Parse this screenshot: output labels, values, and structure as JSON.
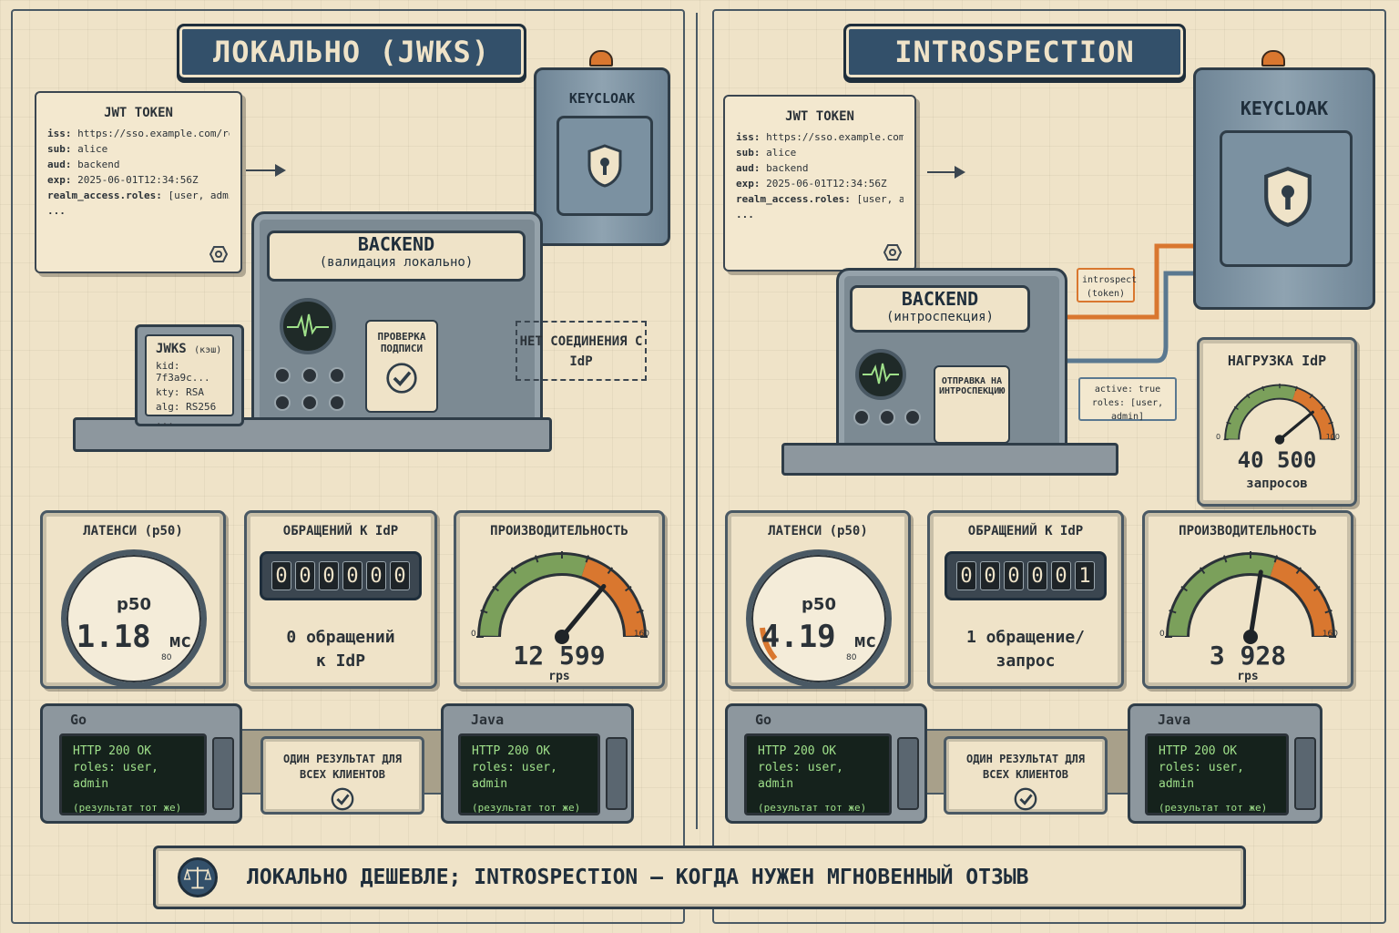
{
  "left": {
    "title": "ЛОКАЛЬНО (JWKS)",
    "token": {
      "title": "JWT TOKEN",
      "lines": [
        {
          "k": "iss:",
          "v": "https://sso.example.com/realms/demo"
        },
        {
          "k": "sub:",
          "v": "alice"
        },
        {
          "k": "aud:",
          "v": "backend"
        },
        {
          "k": "exp:",
          "v": "2025-06-01T12:34:56Z"
        },
        {
          "k": "realm_access.roles:",
          "v": "[user, admin]"
        },
        {
          "k": "...",
          "v": ""
        }
      ]
    },
    "keycloak_label": "KEYCLOAK",
    "backend": {
      "title": "BACKEND",
      "subtitle": "(валидация локально)",
      "plate": "ПРОВЕРКА ПОДПИСИ"
    },
    "jwks": {
      "title": "JWKS",
      "title_suffix": "(кэш)",
      "lines": [
        "kid: 7f3a9c...",
        "kty: RSA",
        "alg: RS256",
        "..."
      ]
    },
    "note": "НЕТ СОЕДИНЕНИЯ С IdP",
    "latency": {
      "title": "ЛАТЕНСИ (p50)",
      "label": "p50",
      "value": "1.18",
      "unit": "мс",
      "tick": "80"
    },
    "idp_calls": {
      "title": "ОБРАЩЕНИЙ К IdP",
      "digits": [
        "0",
        "0",
        "0",
        "0",
        "0",
        "0"
      ],
      "caption_1": "0 обращений",
      "caption_2": "к IdP"
    },
    "throughput": {
      "title": "ПРОИЗВОДИТЕЛЬНОСТЬ",
      "value": "12 599",
      "unit": "rps",
      "min": "0",
      "max": "160",
      "level": 0.72
    },
    "go": {
      "lang": "Go",
      "line1": "HTTP 200 OK",
      "line2": "roles: user, admin",
      "line3": "(результат тот же)"
    },
    "java": {
      "lang": "Java",
      "line1": "HTTP 200 OK",
      "line2": "roles: user, admin",
      "line3": "(результат тот же)"
    },
    "same": "ОДИН РЕЗУЛЬТАТ ДЛЯ ВСЕХ КЛИЕНТОВ"
  },
  "right": {
    "title": "INTROSPECTION",
    "token": {
      "title": "JWT TOKEN",
      "lines": [
        {
          "k": "iss:",
          "v": "https://sso.example.com/realms/demo"
        },
        {
          "k": "sub:",
          "v": "alice"
        },
        {
          "k": "aud:",
          "v": "backend"
        },
        {
          "k": "exp:",
          "v": "2025-06-01T12:34:56Z"
        },
        {
          "k": "realm_access.roles:",
          "v": "[user, admin]"
        },
        {
          "k": "...",
          "v": ""
        }
      ]
    },
    "keycloak_label": "KEYCLOAK",
    "backend": {
      "title": "BACKEND",
      "subtitle": "(интроспекция)",
      "plate": "ОТПРАВКА НА ИНТРОСПЕКЦИЮ"
    },
    "callout_request": "introspect (token)",
    "callout_response": "active: true roles: [user, admin]",
    "idp_load": {
      "title": "НАГРУЗКА IdP",
      "value": "40 500",
      "unit": "запросов",
      "min": "0",
      "max": "100",
      "level": 0.78
    },
    "latency": {
      "title": "ЛАТЕНСИ (p50)",
      "label": "p50",
      "value": "4.19",
      "unit": "мс",
      "tick": "80"
    },
    "idp_calls": {
      "title": "ОБРАЩЕНИЙ К IdP",
      "digits": [
        "0",
        "0",
        "0",
        "0",
        "0",
        "1"
      ],
      "caption_1": "1 обращение/",
      "caption_2": "запрос"
    },
    "throughput": {
      "title": "ПРОИЗВОДИТЕЛЬНОСТЬ",
      "value": "3 928",
      "unit": "rps",
      "min": "0",
      "max": "160",
      "level": 0.55
    },
    "go": {
      "lang": "Go",
      "line1": "HTTP 200 OK",
      "line2": "roles: user, admin",
      "line3": "(результат тот же)"
    },
    "java": {
      "lang": "Java",
      "line1": "HTTP 200 OK",
      "line2": "roles: user, admin",
      "line3": "(результат тот же)"
    },
    "same": "ОДИН РЕЗУЛЬТАТ ДЛЯ ВСЕХ КЛИЕНТОВ"
  },
  "footer": "ЛОКАЛЬНО ДЕШЕВЛЕ; INTROSPECTION — КОГДА НУЖЕН МГНОВЕННЫЙ ОТЗЫВ",
  "colors": {
    "navy": "#33506a",
    "paper": "#efe3c8",
    "steel": "#7c8a93",
    "green": "#7ba05b",
    "orange": "#d9772f",
    "screen": "#15221c",
    "text_green": "#9fe08a"
  },
  "icons": [
    "shield-keyhole-icon",
    "hex-nut-icon",
    "checkmark-icon",
    "scales-icon",
    "beacon-icon"
  ]
}
